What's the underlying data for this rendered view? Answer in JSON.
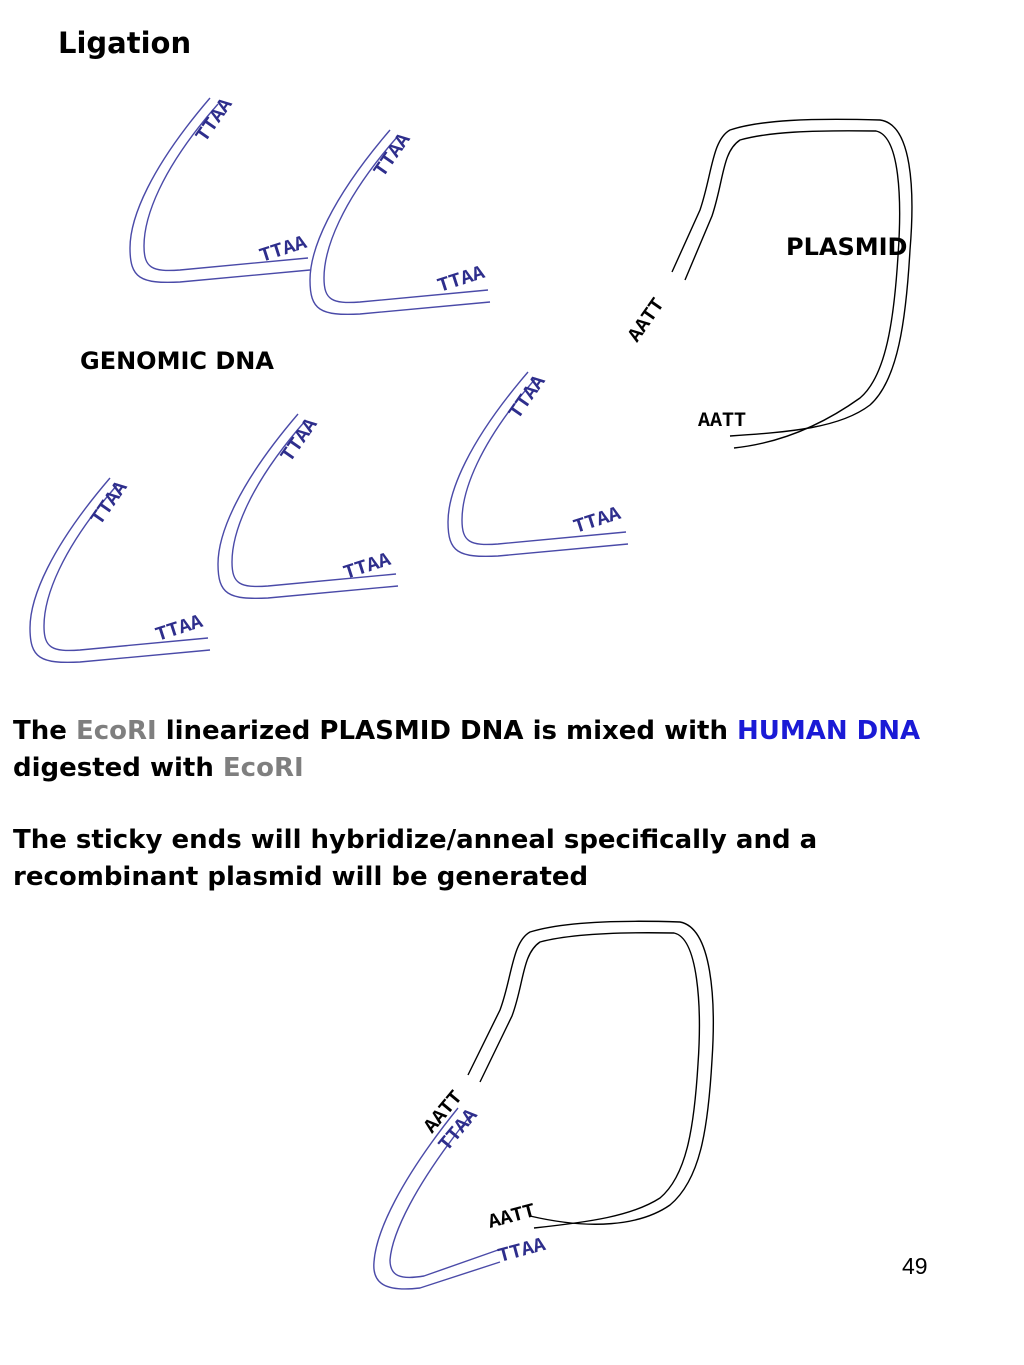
{
  "title": "Ligation",
  "labels": {
    "genomic_dna": "GENOMIC DNA",
    "plasmid": "PLASMID",
    "plasmid_end_top": "AATT",
    "plasmid_end_bottom": "AATT",
    "fragment_end": "TTAA",
    "recombinant_end_top": "AATT",
    "recombinant_end_bottom": "AATT"
  },
  "paragraph1": {
    "part1": "The ",
    "enzyme1": "EcoRI",
    "part2": "  linearized PLASMID DNA is mixed with ",
    "highlight": "HUMAN DNA",
    "part3": " digested with ",
    "enzyme2": "EcoRI"
  },
  "paragraph2": "The sticky ends will hybridize/anneal specifically and a recombinant plasmid will be generated",
  "page_number": "49",
  "colors": {
    "genomic_strand": "#4a4aa8",
    "genomic_label": "#2e2e8c",
    "plasmid_strand": "#000000",
    "highlight_text": "#1a1ad6",
    "enzyme_text": "#7f7f7f"
  }
}
